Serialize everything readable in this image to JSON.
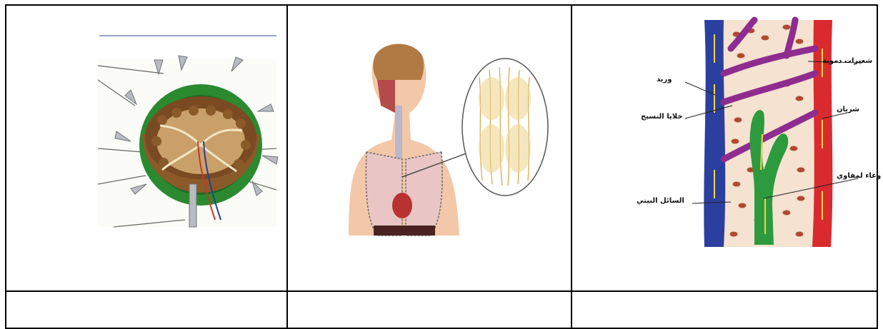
{
  "table": {
    "rows": 2,
    "columns": 3
  },
  "figures": {
    "lymph_node": {
      "icon": "lymph-node-illustration"
    },
    "respiratory": {
      "icon": "respiratory-system-illustration"
    },
    "capillary_bed": {
      "icon": "capillary-bed-illustration",
      "labels": {
        "capillaries": "شعيرات دموية",
        "vein": "وريد",
        "artery": "شريان",
        "tissue_cells": "خلايا النسيج",
        "lymph_vessel": "وعاء لمفاوي",
        "interstitial_fluid": "السائل البيني"
      }
    }
  },
  "colors": {
    "vein": "#2b3f9e",
    "artery": "#d92b2f",
    "lymph": "#2e9a3e",
    "capillary": "#8e2c8f",
    "cells": "#b04a2f"
  }
}
